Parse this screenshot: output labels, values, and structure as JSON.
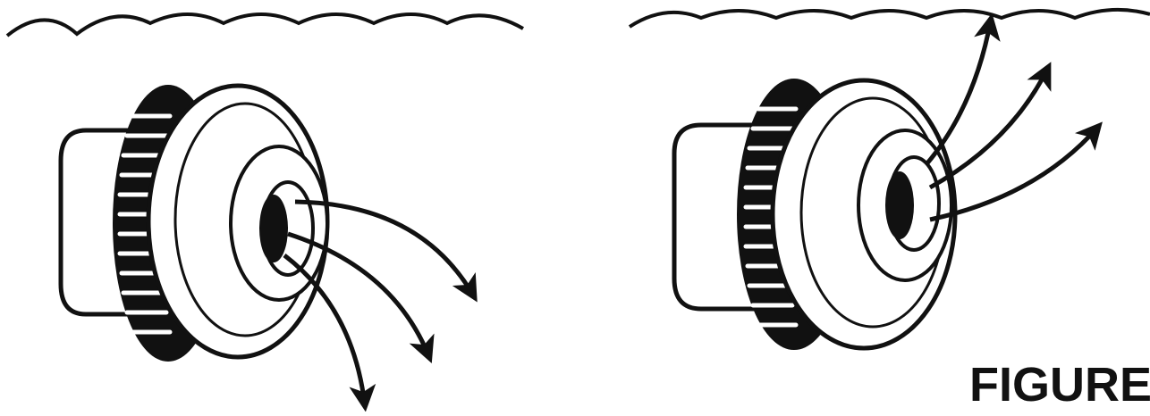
{
  "figure": {
    "label": "FIGURE",
    "ink_color": "#111111",
    "background_color": "#ffffff"
  },
  "panels": [
    {
      "id": "left",
      "flow_direction": "downward",
      "arrow_count": 3
    },
    {
      "id": "right",
      "flow_direction": "upward",
      "arrow_count": 3
    }
  ]
}
